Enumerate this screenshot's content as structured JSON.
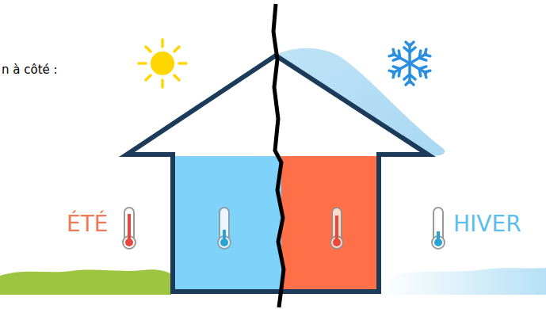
{
  "diagram": {
    "labels": [
      "n à côté :",
      "ÉTÉ",
      "HIVER"
    ]
  }
}
